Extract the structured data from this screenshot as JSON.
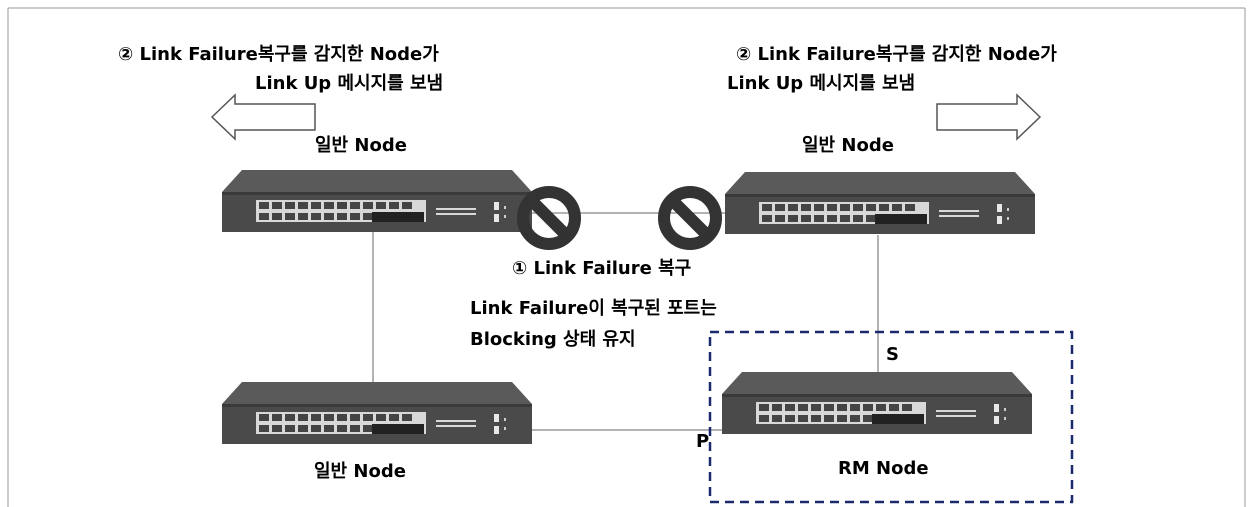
{
  "labels": {
    "left_message_line1": "② Link Failure복구를 감지한 Node가",
    "left_message_line2": "Link Up 메시지를 보냄",
    "right_message_line1": "② Link Failure복구를 감지한 Node가",
    "right_message_line2": "Link Up 메시지를 보냄",
    "node_top_left": "일반 Node",
    "node_top_right": "일반 Node",
    "node_bottom_left": "일반 Node",
    "node_rm": "RM Node",
    "recovery_title": "① Link Failure 복구",
    "recovery_desc_line1": "Link Failure이 복구된 포트는",
    "recovery_desc_line2": "Blocking 상태 유지",
    "port_s": "S",
    "port_p": "P"
  },
  "icons": {
    "blocked": "prohibited-icon",
    "arrow_left": "arrow-left-icon",
    "arrow_right": "arrow-right-icon",
    "switch": "network-switch-icon"
  },
  "colors": {
    "rm_box": "#1a2a6c",
    "switch_body": "#4a4a4a",
    "switch_top": "#5a5a5a",
    "switch_face": "#d8d8d8",
    "link_line": "#9a9a9a"
  }
}
